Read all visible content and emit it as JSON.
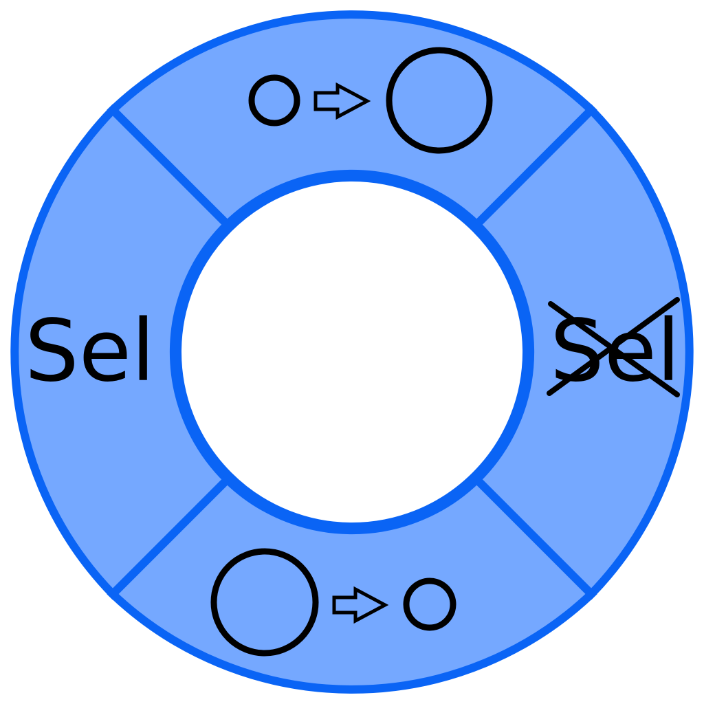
{
  "pie_menu": {
    "items": [
      {
        "name": "grow-selection",
        "icon": "small-to-large-circle-icon"
      },
      {
        "name": "deselect",
        "label": "Sel",
        "icon": "strike-cross-icon"
      },
      {
        "name": "shrink-selection",
        "icon": "large-to-small-circle-icon"
      },
      {
        "name": "select",
        "label": "Sel"
      }
    ],
    "colors": {
      "fill": "#75a8ff",
      "stroke": "#0a64f5",
      "center": "#ffffff",
      "glyph": "#000000"
    }
  }
}
